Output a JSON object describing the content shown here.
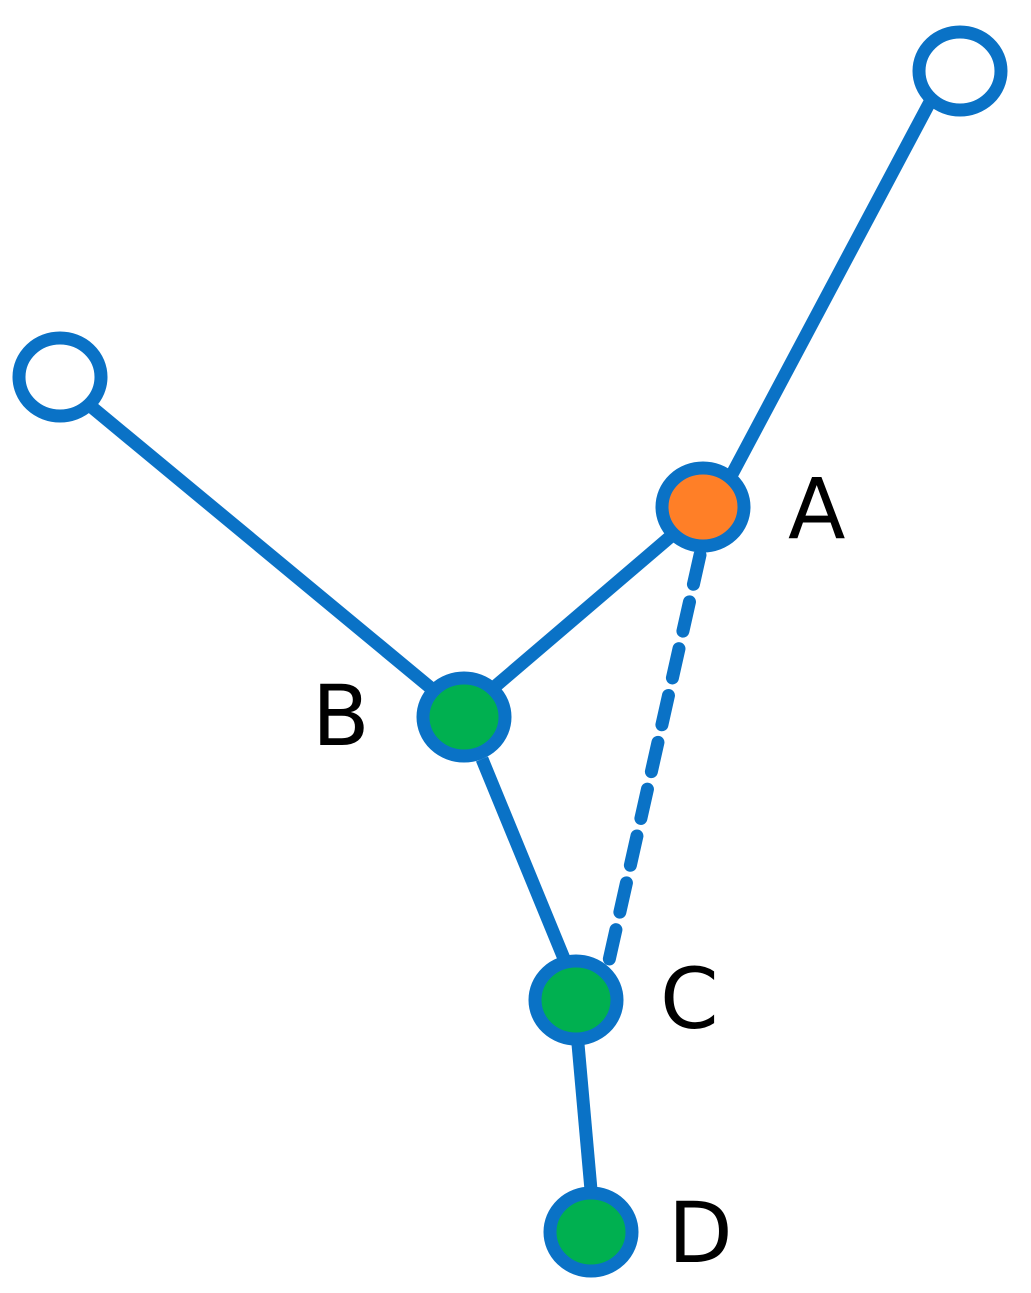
{
  "colors": {
    "edge": "#0A72C6",
    "open_node_fill": "#FFFFFF",
    "highlight_node_fill": "#FF7F27",
    "selected_node_fill": "#00B050"
  },
  "nodes": {
    "A": {
      "label": "A",
      "fill": "orange"
    },
    "B": {
      "label": "B",
      "fill": "green"
    },
    "C": {
      "label": "C",
      "fill": "green"
    },
    "D": {
      "label": "D",
      "fill": "green"
    },
    "leaf_top_right": {
      "label": "",
      "fill": "white"
    },
    "leaf_left": {
      "label": "",
      "fill": "white"
    }
  },
  "edges": [
    {
      "from": "leaf_top_right",
      "to": "A",
      "style": "solid"
    },
    {
      "from": "A",
      "to": "B",
      "style": "solid"
    },
    {
      "from": "leaf_left",
      "to": "B",
      "style": "solid"
    },
    {
      "from": "B",
      "to": "C",
      "style": "solid"
    },
    {
      "from": "C",
      "to": "D",
      "style": "solid"
    },
    {
      "from": "A",
      "to": "C",
      "style": "dashed"
    }
  ]
}
